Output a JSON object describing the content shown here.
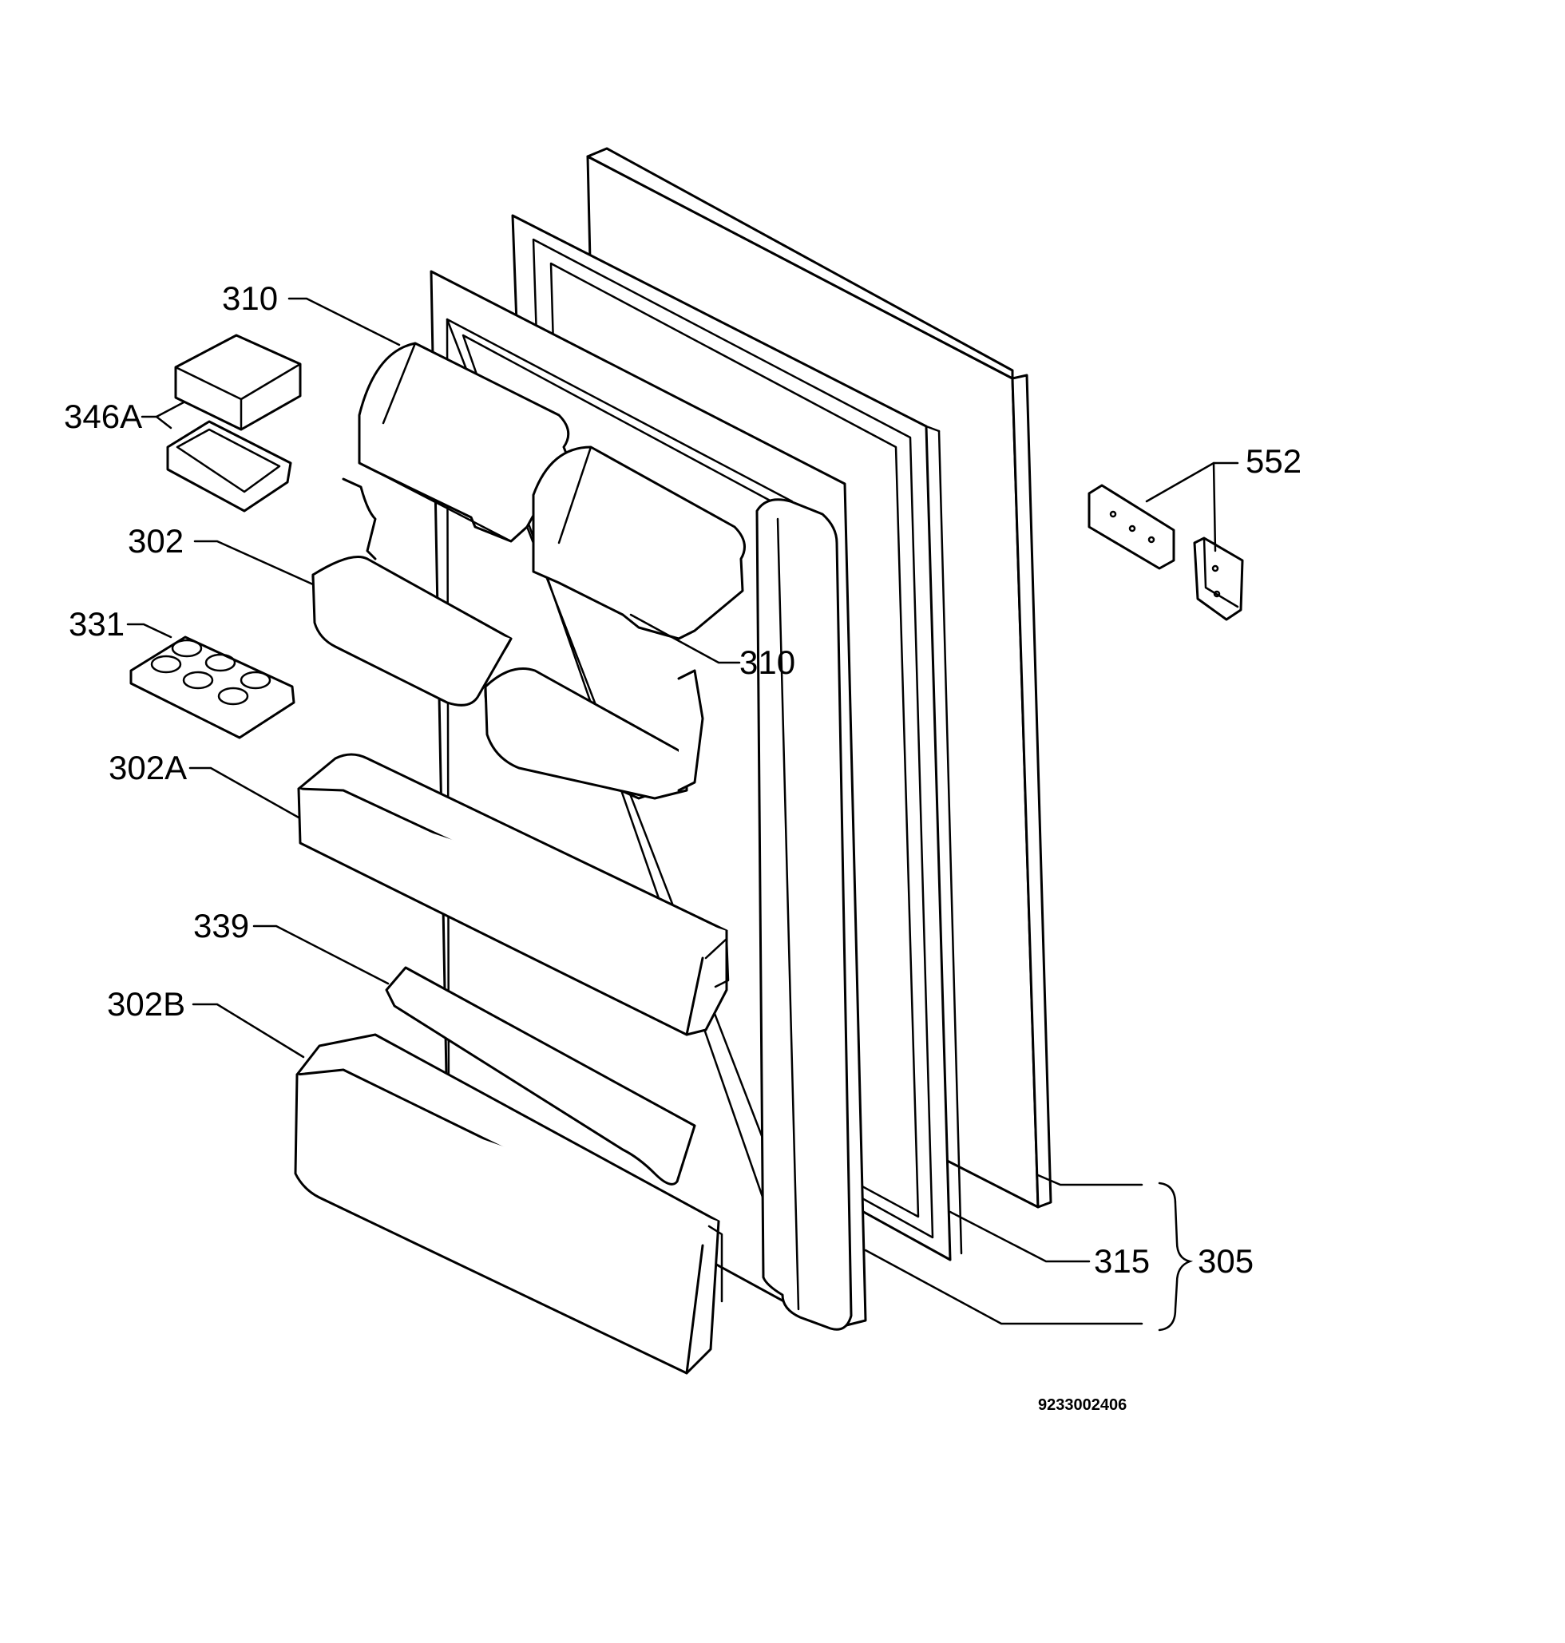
{
  "labels": {
    "l310a": "310",
    "l346a": "346A",
    "l302": "302",
    "l331": "331",
    "l310b": "310",
    "l302a": "302A",
    "l339": "339",
    "l302b": "302B",
    "l552": "552",
    "l315": "315",
    "l305": "305"
  },
  "drawing_number": "9233002406"
}
